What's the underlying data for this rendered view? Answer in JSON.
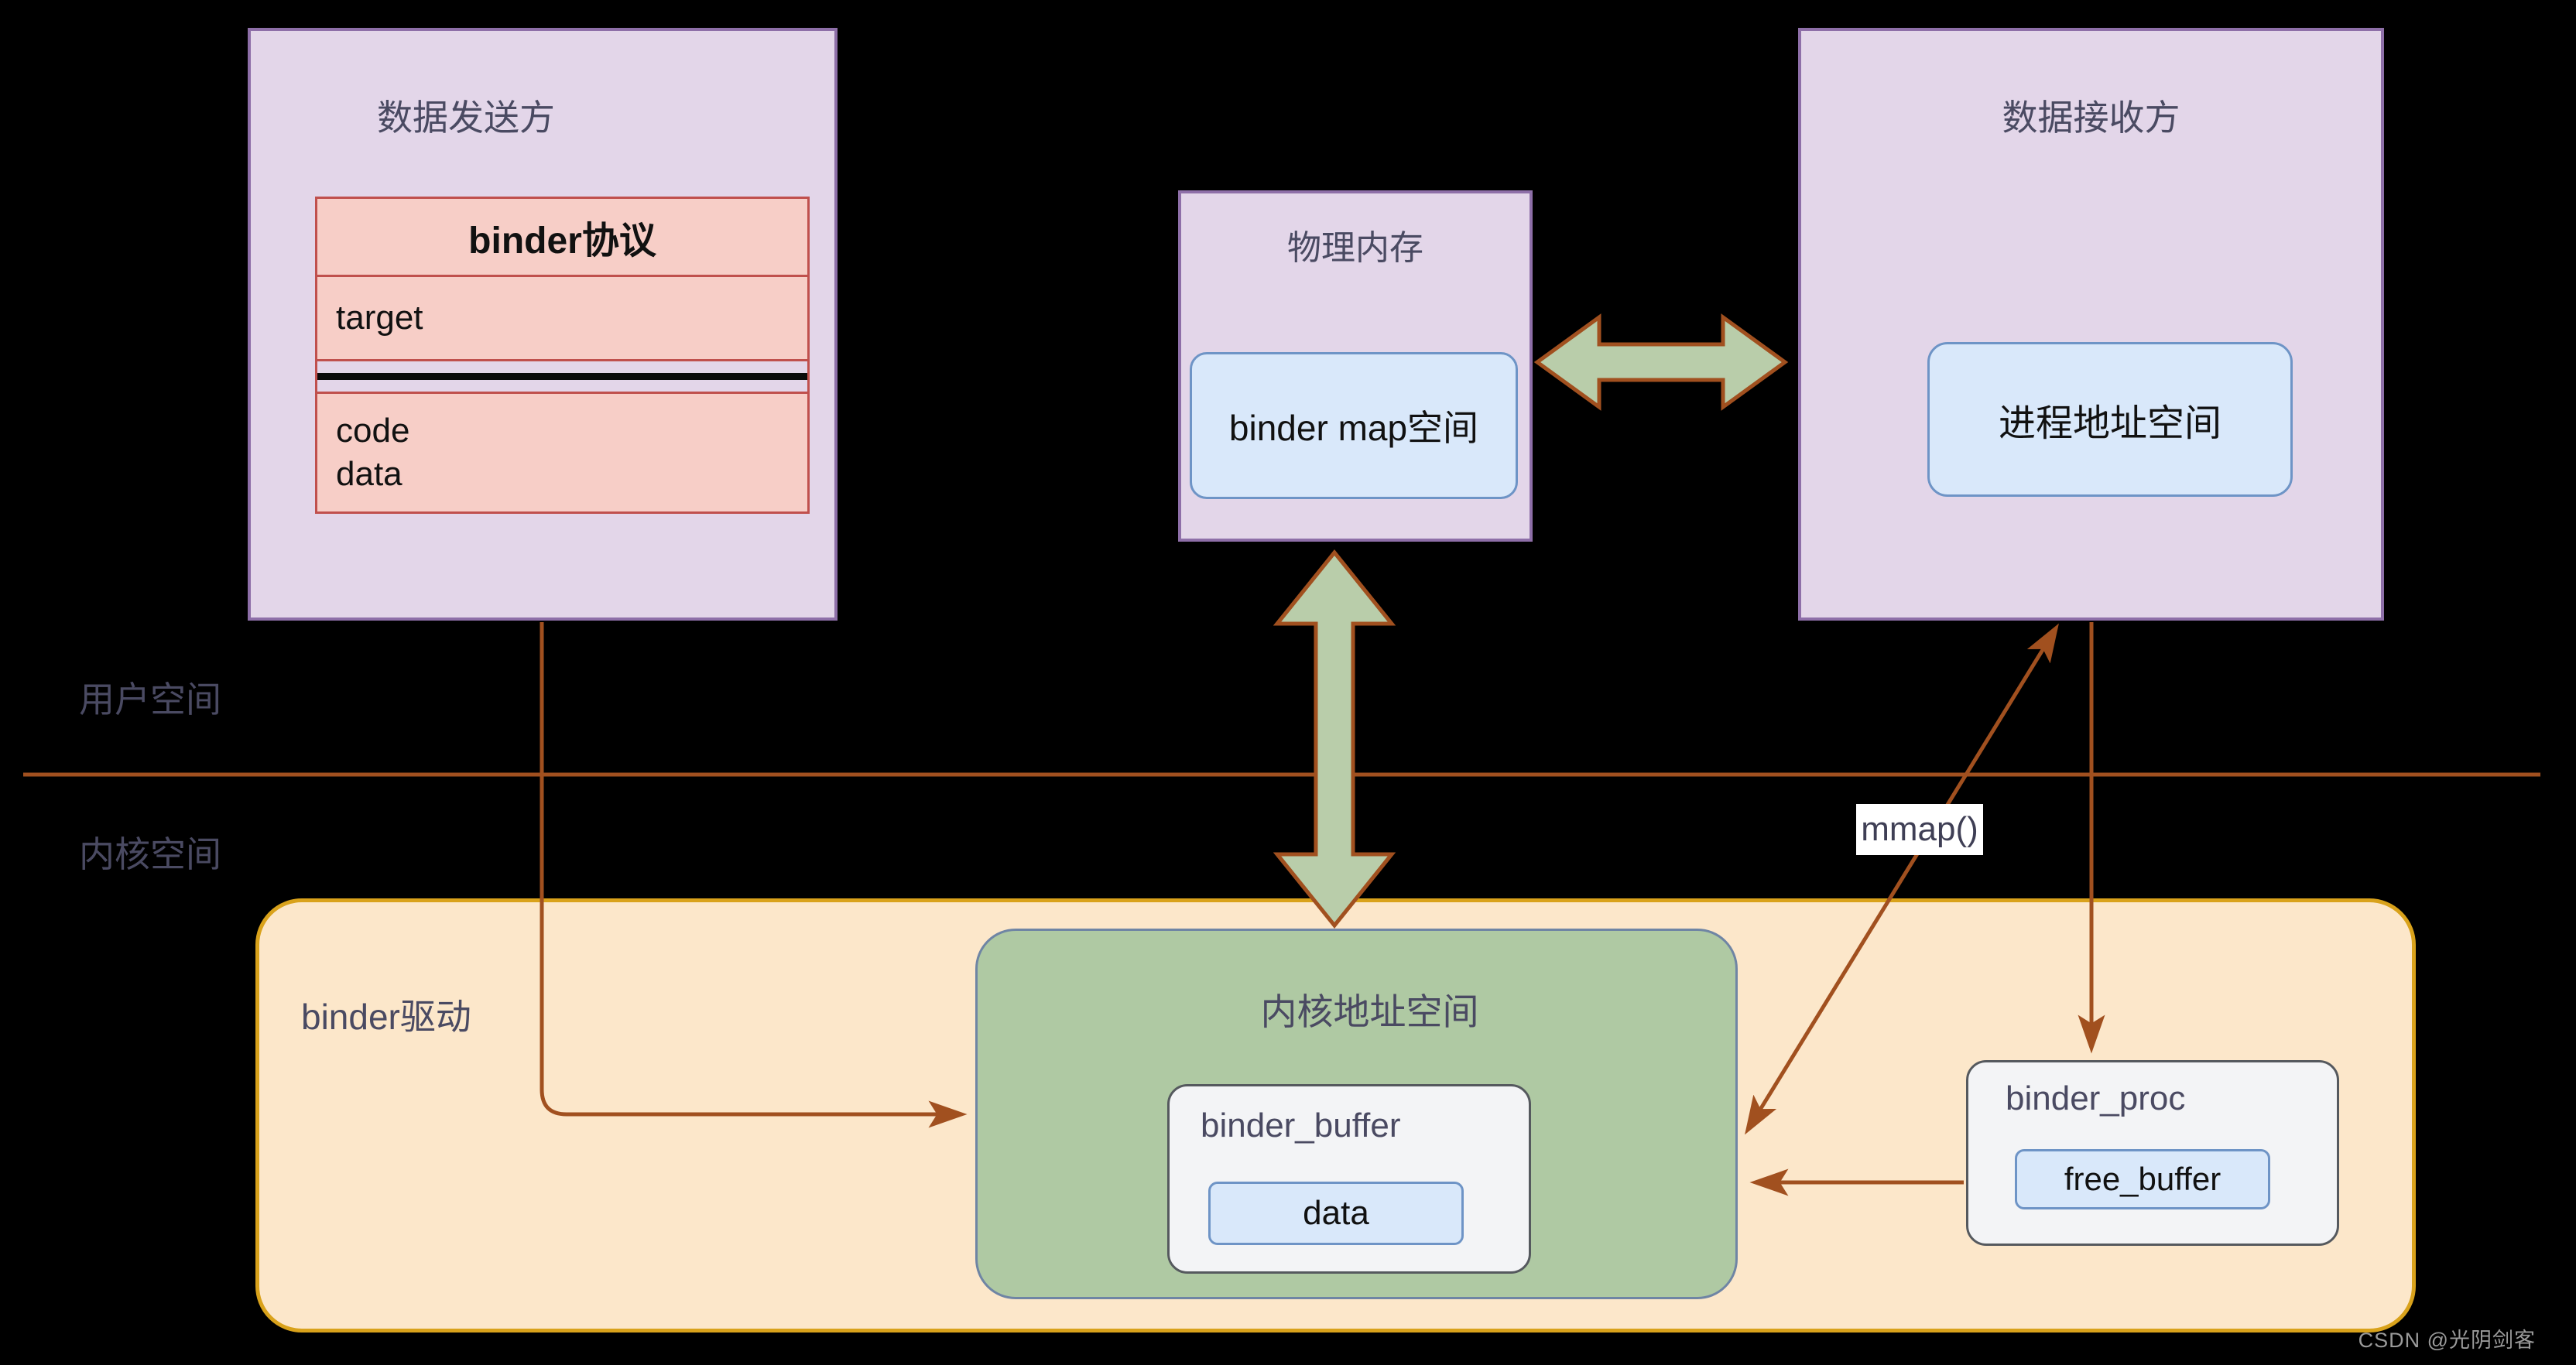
{
  "colors": {
    "background": "#000000",
    "panel_fill": "#E3D6E9",
    "panel_border": "#8E6FA8",
    "protocol_fill": "#F7CEC7",
    "protocol_border": "#C0504D",
    "blue_fill": "#D9E8FA",
    "blue_border": "#6E94C6",
    "green_box_fill": "#AFC9A3",
    "green_box_border": "#6F85A4",
    "white_fill": "#F3F4F6",
    "white_border": "#55595E",
    "driver_fill": "#FCE7CA",
    "driver_border": "#D9A21B",
    "arrow_brown": "#A1501F",
    "arrow_green_fill": "#B9CDAA",
    "title_text": "#4A4A62",
    "black_text": "#111111",
    "watermark_text": "#9A9A9A"
  },
  "sender": {
    "title": "数据发送方",
    "protocol_header": "binder协议",
    "field_target": "target",
    "field_code": "code",
    "field_data": "data"
  },
  "physical_memory": {
    "title": "物理内存",
    "map_space": "binder map空间"
  },
  "receiver": {
    "title": "数据接收方",
    "process_space": "进程地址空间"
  },
  "space_labels": {
    "user": "用户空间",
    "kernel": "内核空间"
  },
  "driver": {
    "title": "binder驱动",
    "kernel_addr": {
      "title": "内核地址空间",
      "binder_buffer": {
        "title": "binder_buffer",
        "data": "data"
      }
    },
    "binder_proc": {
      "title": "binder_proc",
      "free_buffer": "free_buffer"
    }
  },
  "annotations": {
    "mmap": "mmap()",
    "watermark": "CSDN @光阴剑客"
  }
}
